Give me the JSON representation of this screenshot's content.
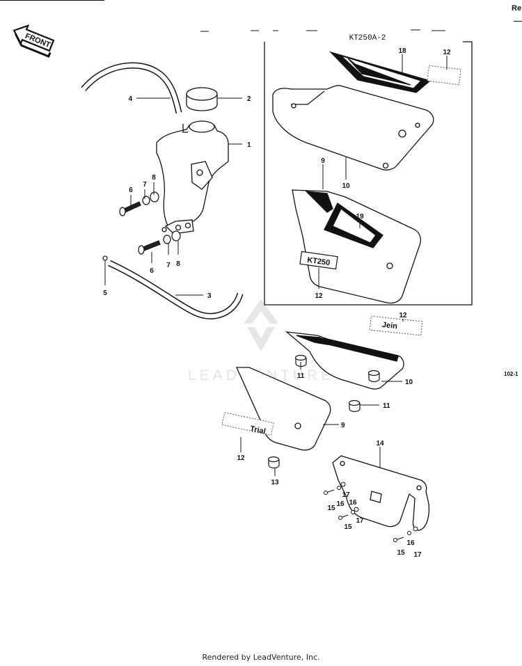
{
  "header": {
    "ref": "Re",
    "page_ref": "102-1"
  },
  "model_code": "KT250A-2",
  "front_label": "FRONT",
  "watermark": "LEADVENTURE",
  "decals": {
    "kt": "KT250",
    "trial": "Trial",
    "jein": "Jein"
  },
  "callouts": {
    "c1": "1",
    "c2": "2",
    "c3": "3",
    "c4": "4",
    "c5": "5",
    "c6a": "6",
    "c7a": "7",
    "c8a": "8",
    "c6b": "6",
    "c7b": "7",
    "c8b": "8",
    "c9a": "9",
    "c10a": "10",
    "c18": "18",
    "c12a": "12",
    "c19": "19",
    "c12b": "12",
    "c12c": "12",
    "c10b": "10",
    "c11a": "11",
    "c11b": "11",
    "c9b": "9",
    "c12d": "12",
    "c13": "13",
    "c14": "14",
    "c15a": "15",
    "c16a": "16",
    "c17a": "17",
    "c16b": "16",
    "c17b": "17",
    "c15b": "15",
    "c15c": "15",
    "c16c": "16",
    "c17c": "17"
  },
  "footer": "Rendered by LeadVenture, Inc.",
  "colors": {
    "ink": "#111111",
    "paper": "#ffffff",
    "watermark": "#dcdcdc"
  }
}
